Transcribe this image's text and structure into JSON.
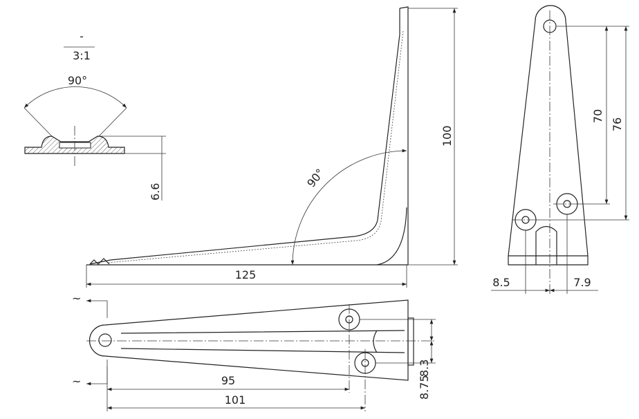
{
  "detail": {
    "marker": "-",
    "scale": "3:1",
    "angle": "90°",
    "height": "6.6"
  },
  "side_view": {
    "angle": "90°",
    "height": "100",
    "length": "125"
  },
  "front_view": {
    "dim_70": "70",
    "dim_76": "76",
    "dim_left": "8.5",
    "dim_right": "7.9"
  },
  "plan_view": {
    "section_mark_top": "~",
    "section_mark_bottom": "~",
    "dim_95": "95",
    "dim_101": "101",
    "dim_8_75": "8.75",
    "dim_8_3": "8.3"
  }
}
